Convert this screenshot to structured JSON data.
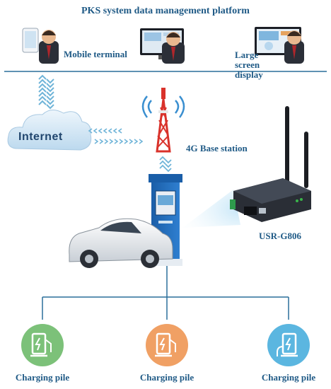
{
  "title": "PKS system data management platform",
  "mobile_terminal": "Mobile terminal",
  "large_screen_display": "Large screen display",
  "internet": "Internet",
  "base_station": "4G Base station",
  "router_model": "USR-G806",
  "charging_piles": [
    {
      "label": "Charging pile",
      "color": "#7cc179"
    },
    {
      "label": "Charging pile",
      "color": "#f0a064"
    },
    {
      "label": "Charging pile",
      "color": "#5bb6e0"
    }
  ],
  "colors": {
    "line": "#2a6f9a",
    "accent": "#1f5a86",
    "tower": "#d9322b"
  }
}
